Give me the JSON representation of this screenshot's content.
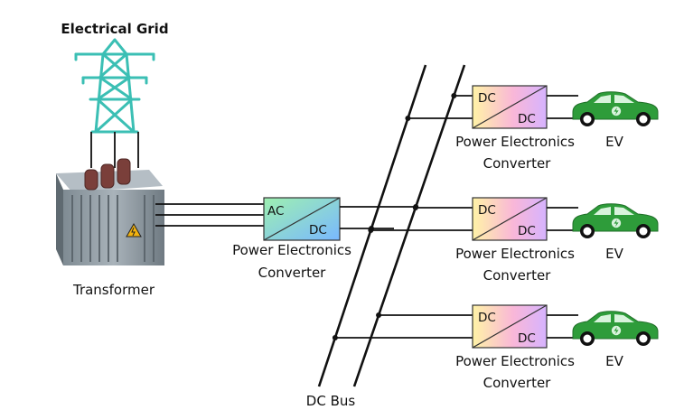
{
  "grid": {
    "label": "Electrical Grid",
    "icon": "transmission-tower-icon",
    "color": "#3bbfb4"
  },
  "transformer": {
    "label": "Transformer",
    "icon": "transformer-icon"
  },
  "ac_dc_converter": {
    "input": "AC",
    "output": "DC",
    "label_line1": "Power Electronics",
    "label_line2": "Converter",
    "gradient": [
      "#9ef0b0",
      "#79b8ff"
    ]
  },
  "dc_bus": {
    "label": "DC Bus"
  },
  "chargers": [
    {
      "input": "DC",
      "output": "DC",
      "label_line1": "Power Electronics",
      "label_line2": "Converter",
      "ev_label": "EV"
    },
    {
      "input": "DC",
      "output": "DC",
      "label_line1": "Power Electronics",
      "label_line2": "Converter",
      "ev_label": "EV"
    },
    {
      "input": "DC",
      "output": "DC",
      "label_line1": "Power Electronics",
      "label_line2": "Converter",
      "ev_label": "EV"
    }
  ],
  "colors": {
    "car_body": "#2e9c3a",
    "car_window": "#d8f3dc",
    "dc_dc_gradient": [
      "#fff3a6",
      "#f9b7d8",
      "#d6b3ff"
    ]
  }
}
